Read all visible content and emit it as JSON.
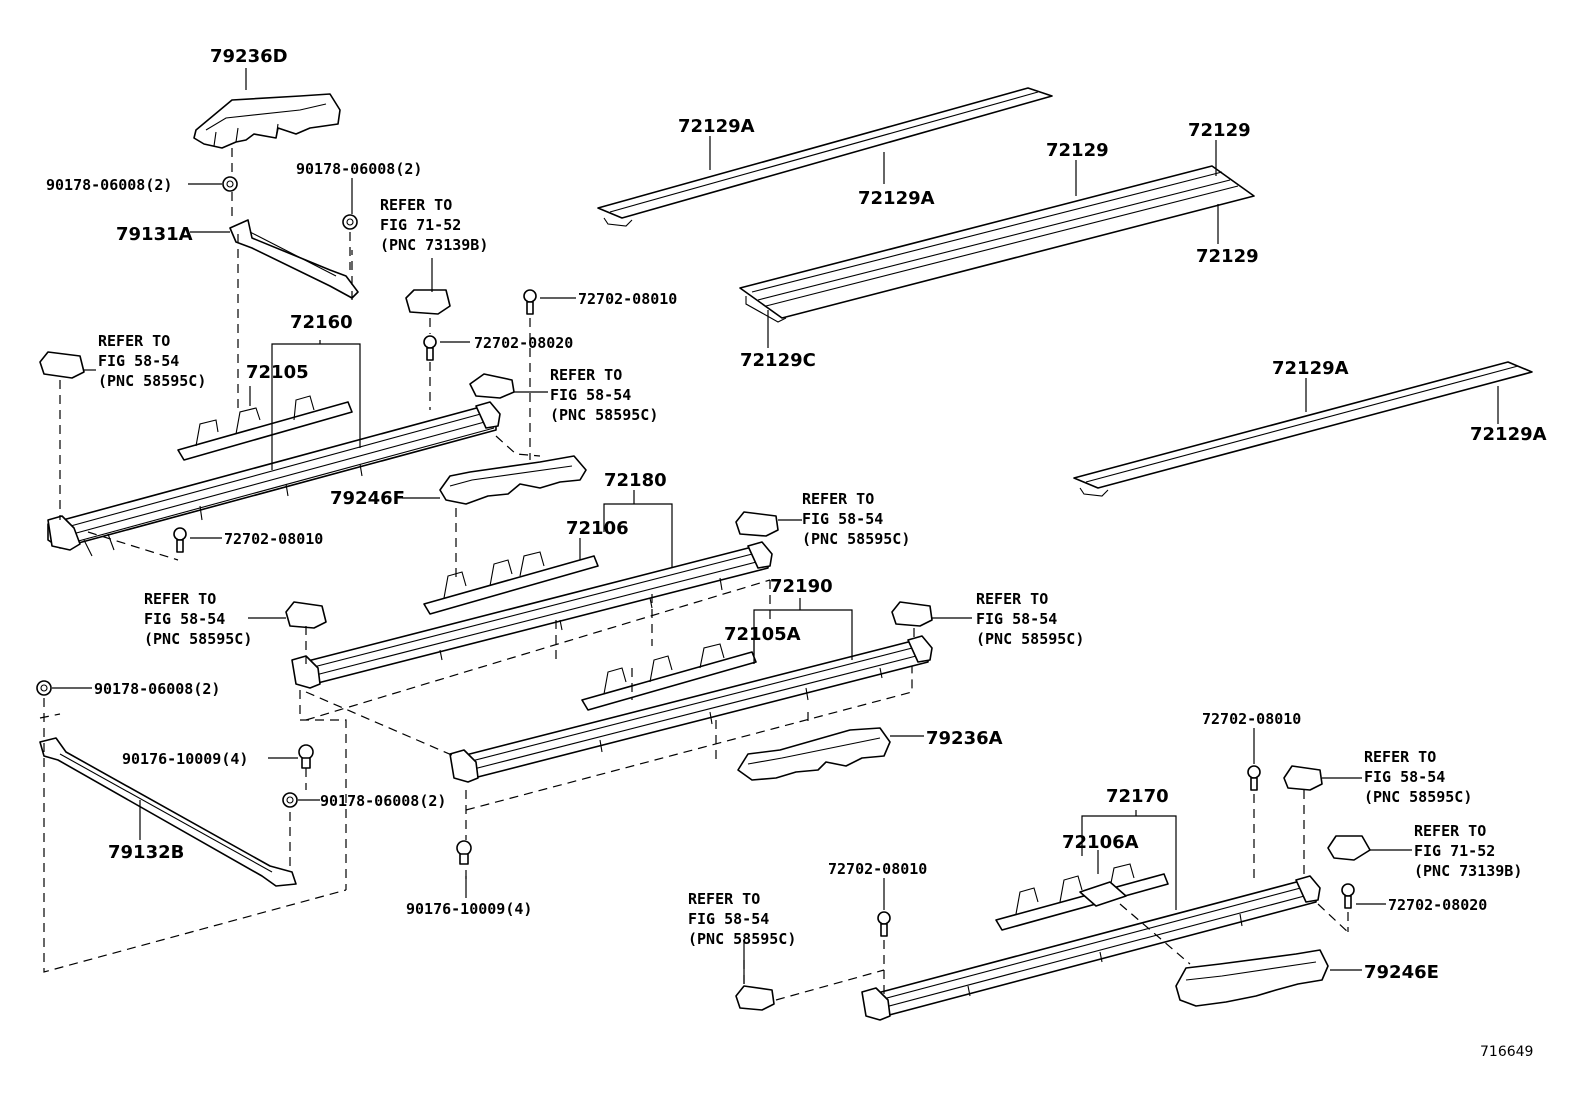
{
  "labels": {
    "p79236D": "79236D",
    "p79131A": "79131A",
    "p72160": "72160",
    "p72105": "72105",
    "p79246F": "79246F",
    "p72180": "72180",
    "p72106": "72106",
    "p72190": "72190",
    "p72105A": "72105A",
    "p79236A": "79236A",
    "p79132B": "79132B",
    "p72170": "72170",
    "p72106A": "72106A",
    "p79246E": "79246E",
    "p72129A_1": "72129A",
    "p72129A_2": "72129A",
    "p72129_1": "72129",
    "p72129_2": "72129",
    "p72129_3": "72129",
    "p72129C": "72129C",
    "p72129A_3": "72129A",
    "p72129A_4": "72129A"
  },
  "fasteners": {
    "f1": "90178-06008(2)",
    "f2": "90178-06008(2)",
    "f3": "72702-08010",
    "f4": "72702-08020",
    "f5": "72702-08010",
    "f6": "90178-06008(2)",
    "f7": "90176-10009(4)",
    "f8": "90178-06008(2)",
    "f9": "90176-10009(4)",
    "f10": "72702-08010",
    "f11": "72702-08010",
    "f12": "72702-08020"
  },
  "refs": {
    "r1": [
      "REFER TO",
      "FIG 71-52",
      "(PNC 73139B)"
    ],
    "r2": [
      "REFER TO",
      "FIG 58-54",
      "(PNC 58595C)"
    ],
    "r3": [
      "REFER TO",
      "FIG 58-54",
      "(PNC 58595C)"
    ],
    "r4": [
      "REFER TO",
      "FIG 58-54",
      "(PNC 58595C)"
    ],
    "r5": [
      "REFER TO",
      "FIG 58-54",
      "(PNC 58595C)"
    ],
    "r6": [
      "REFER TO",
      "FIG 58-54",
      "(PNC 58595C)"
    ],
    "r7": [
      "REFER TO",
      "FIG 58-54",
      "(PNC 58595C)"
    ],
    "r8": [
      "REFER TO",
      "FIG 71-52",
      "(PNC 73139B)"
    ],
    "r9": [
      "REFER TO",
      "FIG 58-54",
      "(PNC 58595C)"
    ]
  },
  "figure_code": "716649"
}
